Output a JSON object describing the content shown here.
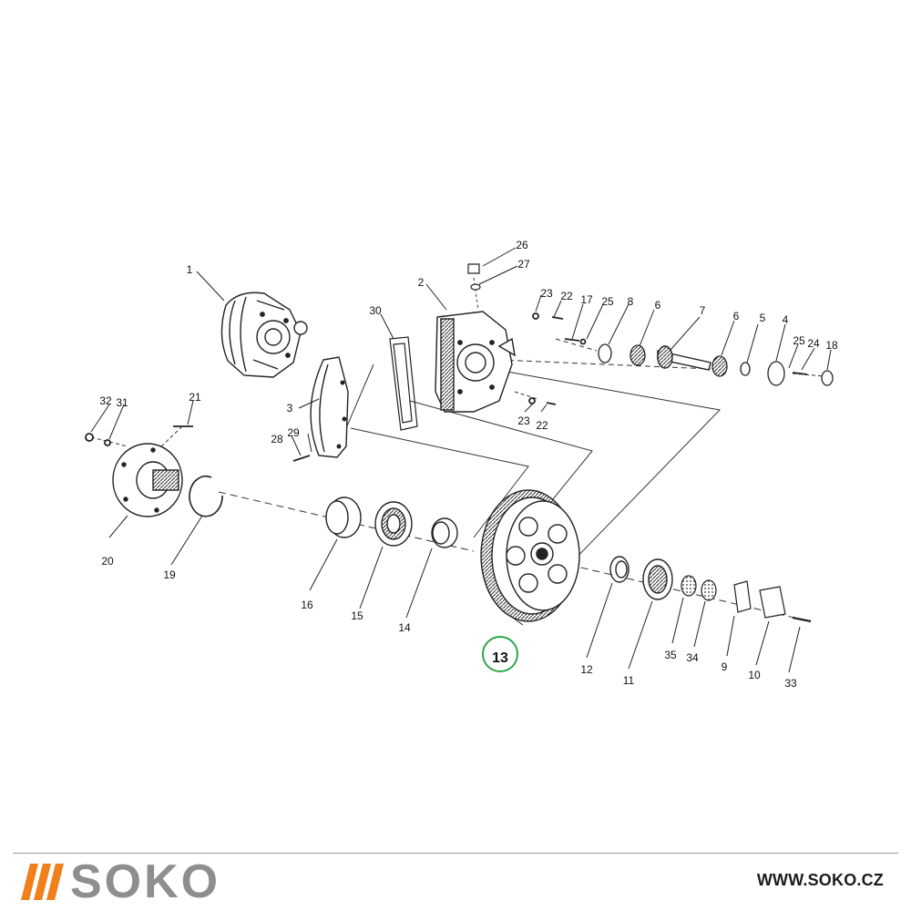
{
  "diagram": {
    "part_labels": [
      "1",
      "2",
      "3",
      "4",
      "5",
      "6",
      "6",
      "7",
      "8",
      "9",
      "10",
      "11",
      "12",
      "13",
      "14",
      "15",
      "16",
      "17",
      "18",
      "19",
      "20",
      "21",
      "22",
      "22",
      "23",
      "23",
      "24",
      "25",
      "25",
      "26",
      "27",
      "28",
      "29",
      "30",
      "31",
      "32",
      "33",
      "34",
      "35"
    ],
    "highlighted_label": "13",
    "highlight_color": "#2ea84a",
    "line_color": "#222222"
  },
  "footer": {
    "logo_text": "SOKO",
    "logo_accent_color": "#f07f1c",
    "logo_text_color": "#8e8e8e",
    "url": "WWW.SOKO.CZ"
  }
}
